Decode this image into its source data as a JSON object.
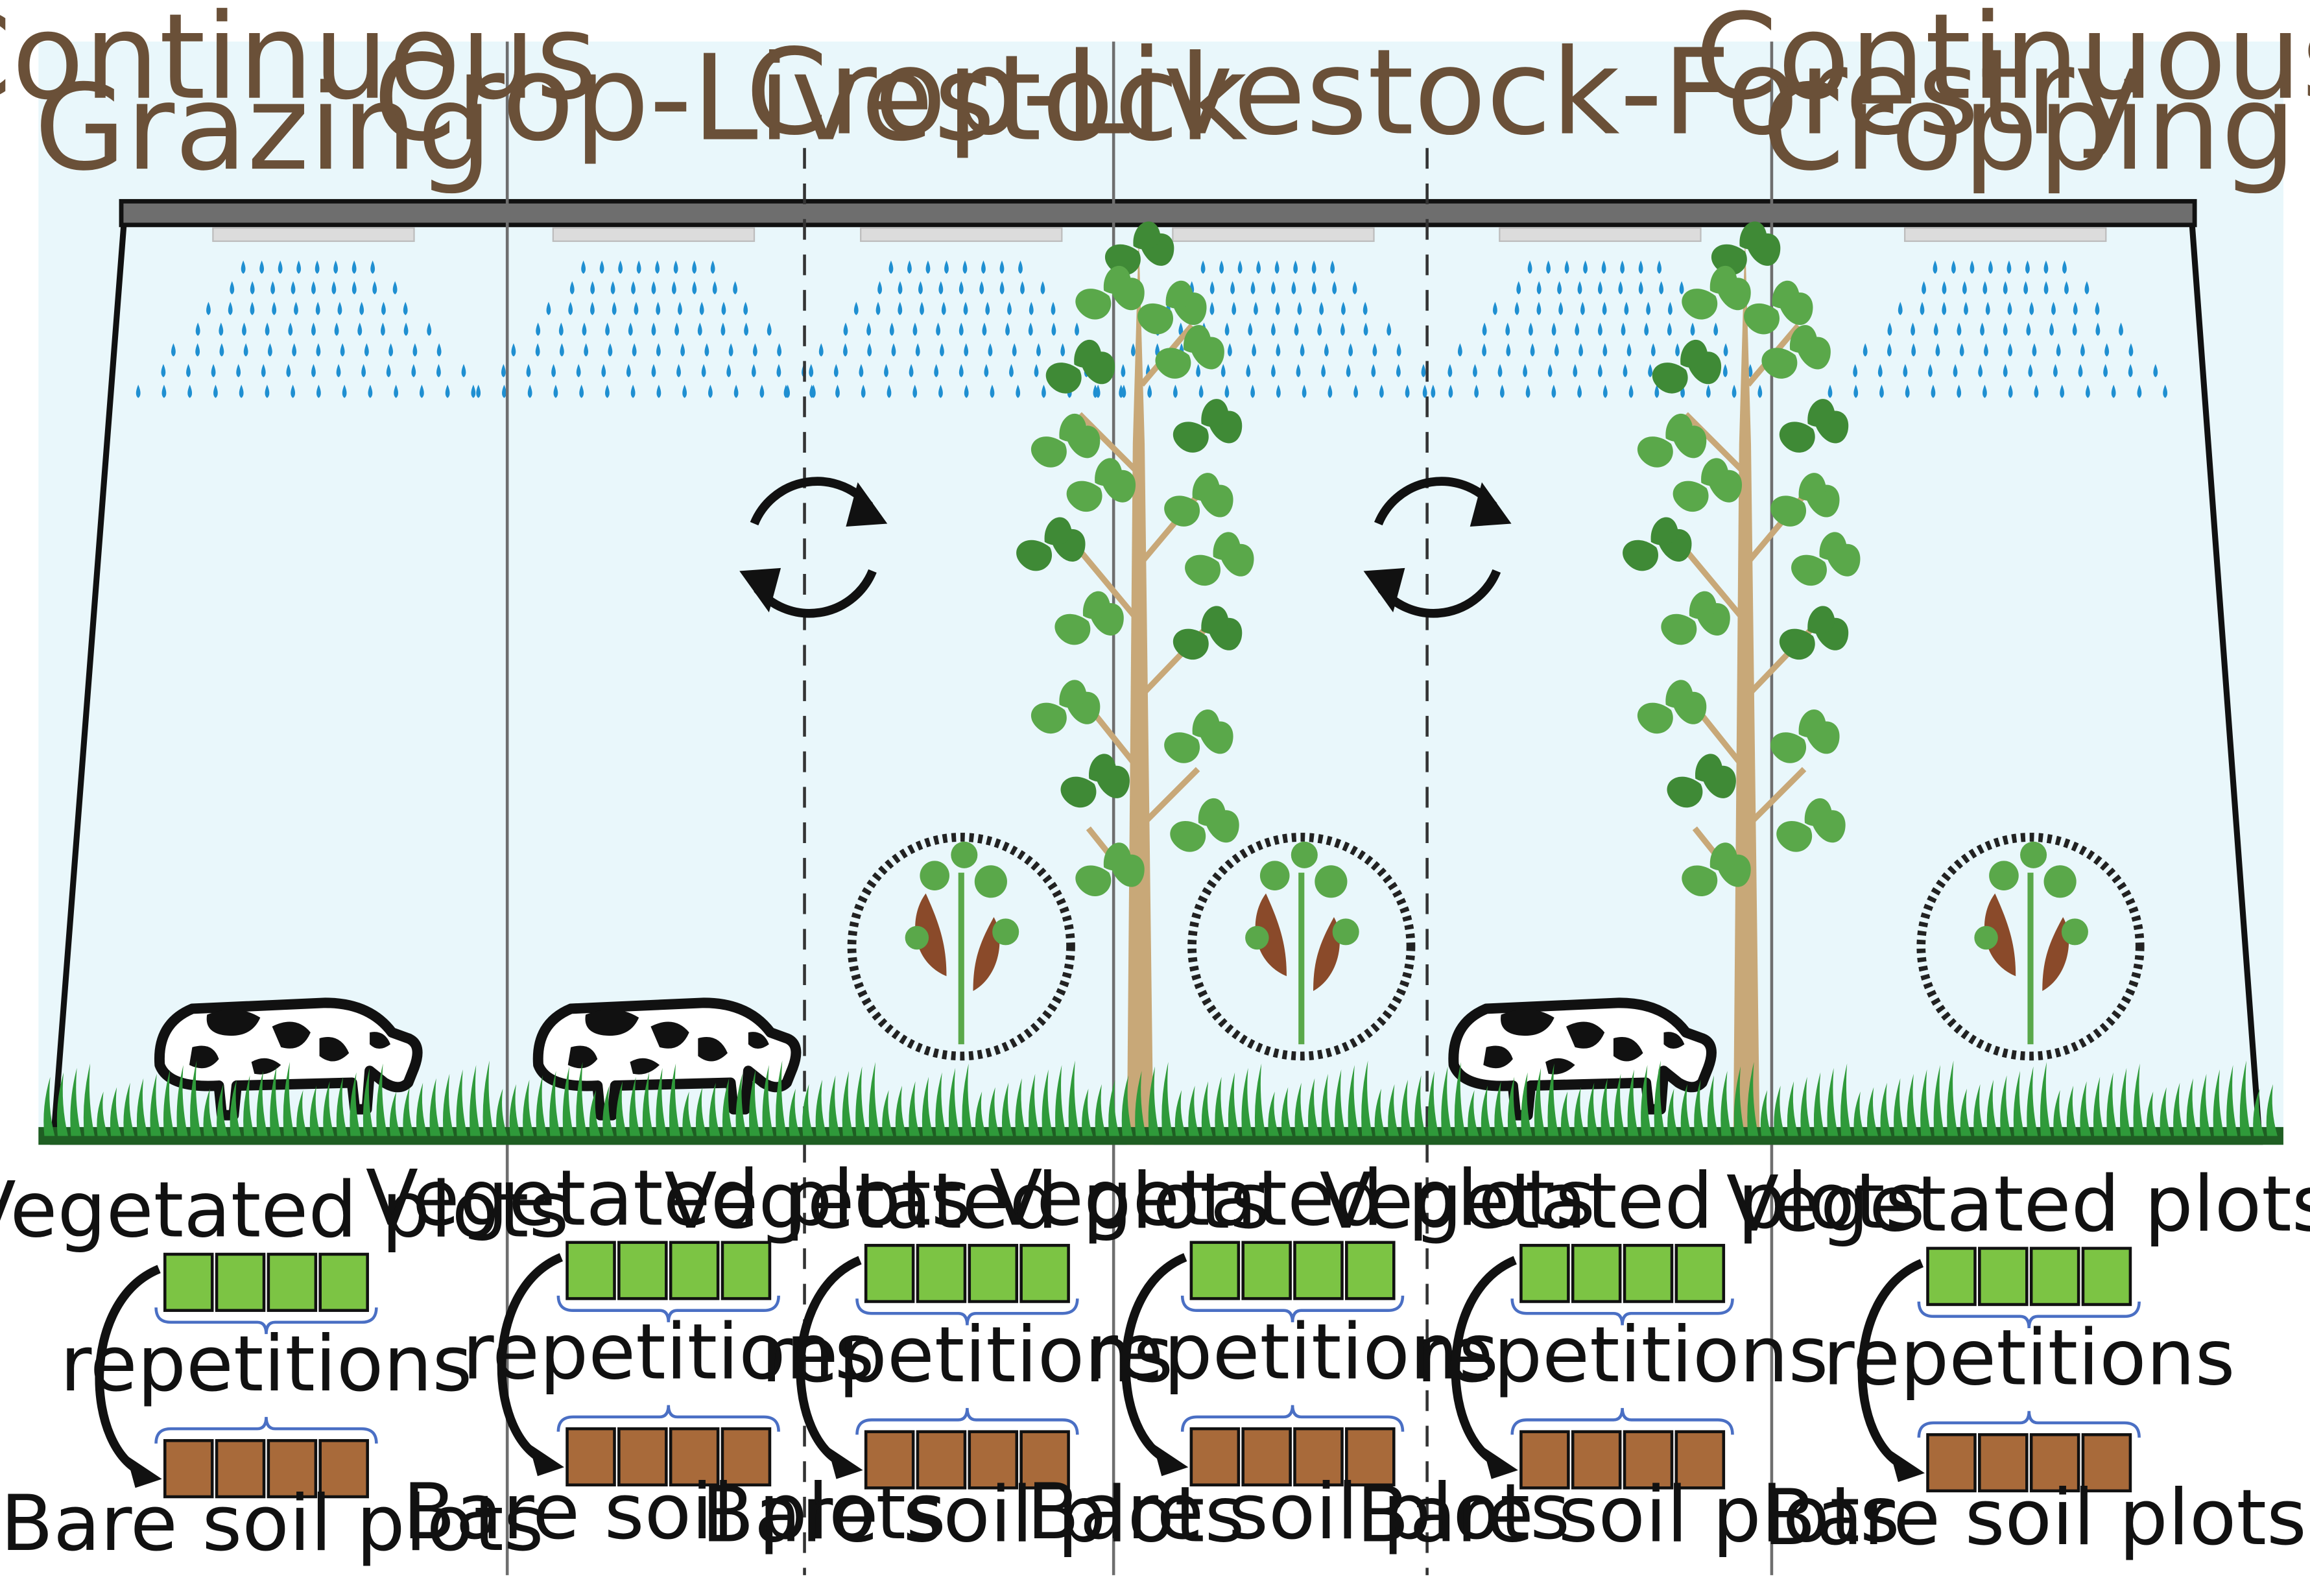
{
  "colors": {
    "sky": "#e9f7fb",
    "grass": "#2f9a3a",
    "grass_dark": "#1e6b27",
    "soil": "#1f5e23",
    "rain": "#1f8fd1",
    "title": "#6a5038",
    "trunk": "#c8a878",
    "leaf": "#5aa84a",
    "veg_plot": "#7cc444",
    "bare_plot": "#a86a3a",
    "brace": "#4a6fc4",
    "bar": "#6e6e6e"
  },
  "icons": {
    "rain": "rain-drops-icon",
    "cow": "cow-icon",
    "crop": "crop-plant-icon",
    "tree": "tree-icon",
    "rotation": "rotation-arrows-icon",
    "sprinkler": "sprinkler-icon"
  },
  "titles": {
    "continuous_grazing": [
      "Continuous",
      "Grazing"
    ],
    "crop_livestock": "Crop-Livestock",
    "crop_livestock_forestry": "Crop-Livestock-Forestry",
    "continuous_cropping": [
      "Continuous",
      "Cropping"
    ]
  },
  "plots": [
    {
      "vegetated": "Vegetated plots",
      "repetitions": "repetitions",
      "bare": "Bare soil plots"
    },
    {
      "vegetated": "Vegetated plots",
      "repetitions": "repetitions",
      "bare": "Bare soil plots"
    },
    {
      "vegetated": "Vegetated plots",
      "repetitions": "repetitions",
      "bare": "Bare soil plots"
    },
    {
      "vegetated": "Vegetated plots",
      "repetitions": "repetitions",
      "bare": "Bare soil plots"
    },
    {
      "vegetated": "Vegetated plots",
      "repetitions": "repetitions",
      "bare": "Bare soil plots"
    },
    {
      "vegetated": "Vegetated plots",
      "repetitions": "repetitions",
      "bare": "Bare soil plots"
    }
  ]
}
